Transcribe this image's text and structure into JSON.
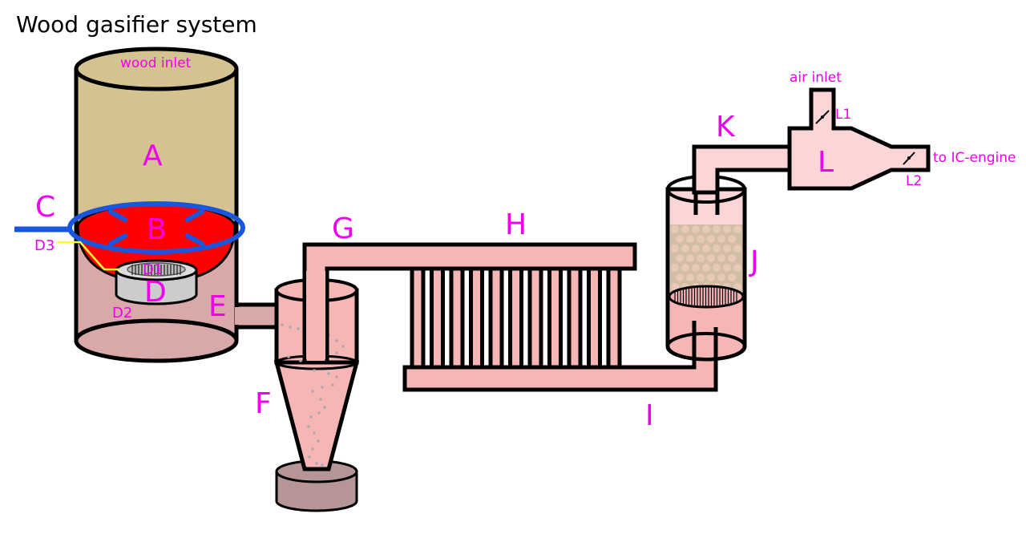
{
  "title": "Wood gasifier system",
  "colors": {
    "label": "#ee00ee",
    "wood": "#d5c291",
    "hearth": "#ff0000",
    "ring": "#1a55dd",
    "pink": "#f7b6b6",
    "pale_pink": "#fcd6d6",
    "lower_body": "#d9a9a9",
    "ash_bin": "#b59595",
    "grate": "#cccccc",
    "filter_media": "#d2bea3",
    "dust": "#aaaaaa",
    "wire": "#ffff33"
  },
  "labels": {
    "wood_inlet": "wood inlet",
    "A": "A",
    "B": "B",
    "C": "C",
    "D": "D",
    "D1": "D1",
    "D2": "D2",
    "D3": "D3",
    "E": "E",
    "F": "F",
    "G": "G",
    "H": "H",
    "I": "I",
    "J": "J",
    "K": "K",
    "L": "L",
    "L1": "L1",
    "L2": "L2",
    "air_inlet": "air inlet",
    "to_engine": "to IC-engine"
  }
}
